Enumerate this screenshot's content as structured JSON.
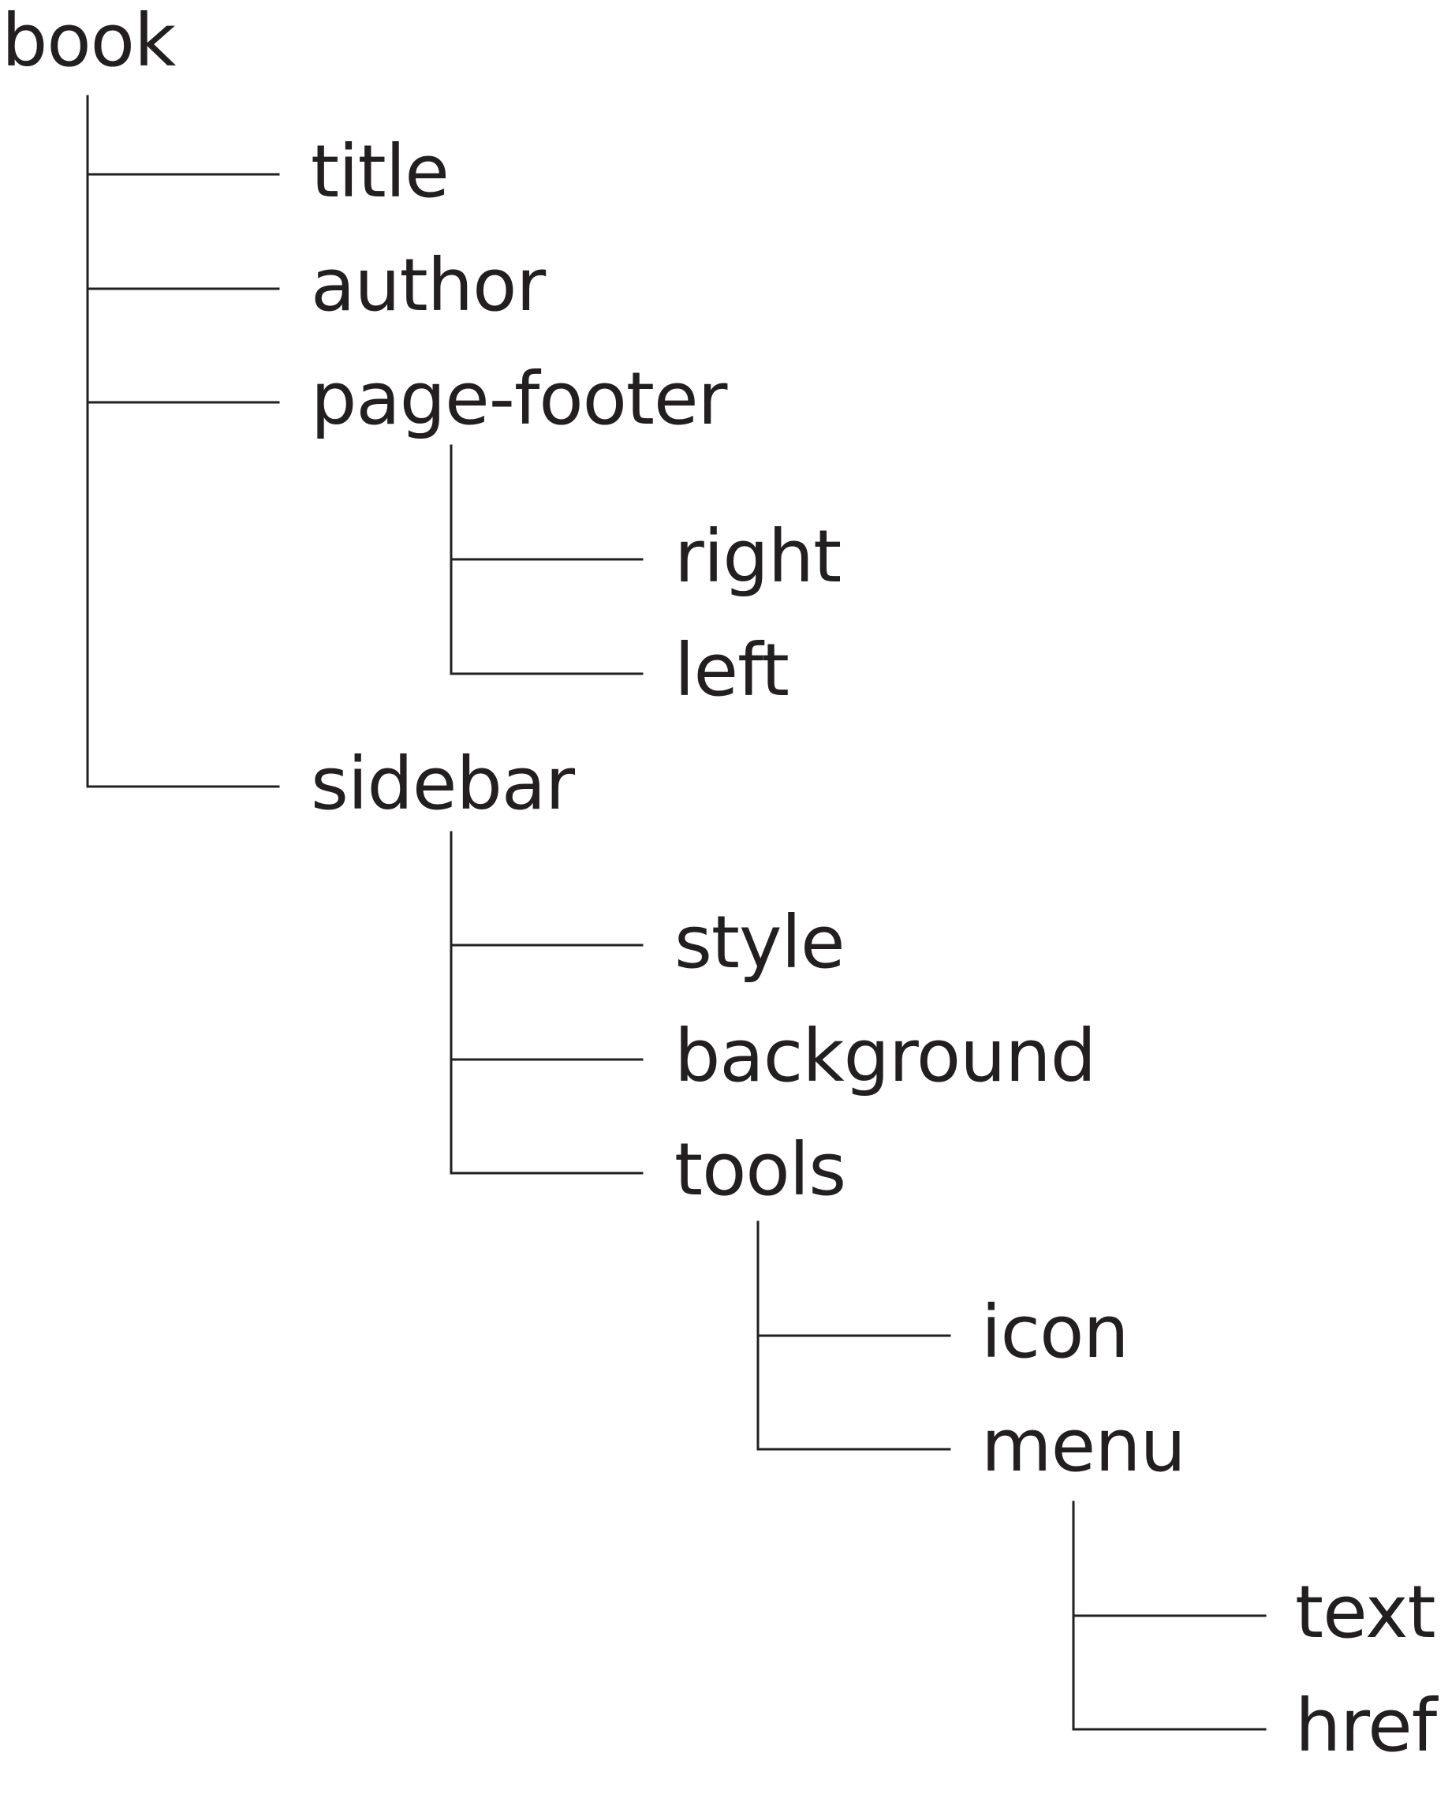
{
  "diagram": {
    "type": "tree",
    "text_color": "#231f20",
    "line_color": "#231f20",
    "background": "#ffffff",
    "root": {
      "label": "book",
      "children": [
        {
          "label": "title"
        },
        {
          "label": "author"
        },
        {
          "label": "page-footer",
          "children": [
            {
              "label": "right"
            },
            {
              "label": "left"
            }
          ]
        },
        {
          "label": "sidebar",
          "children": [
            {
              "label": "style"
            },
            {
              "label": "background"
            },
            {
              "label": "tools",
              "children": [
                {
                  "label": "icon"
                },
                {
                  "label": "menu",
                  "children": [
                    {
                      "label": "text"
                    },
                    {
                      "label": "href"
                    }
                  ]
                }
              ]
            }
          ]
        }
      ]
    }
  }
}
